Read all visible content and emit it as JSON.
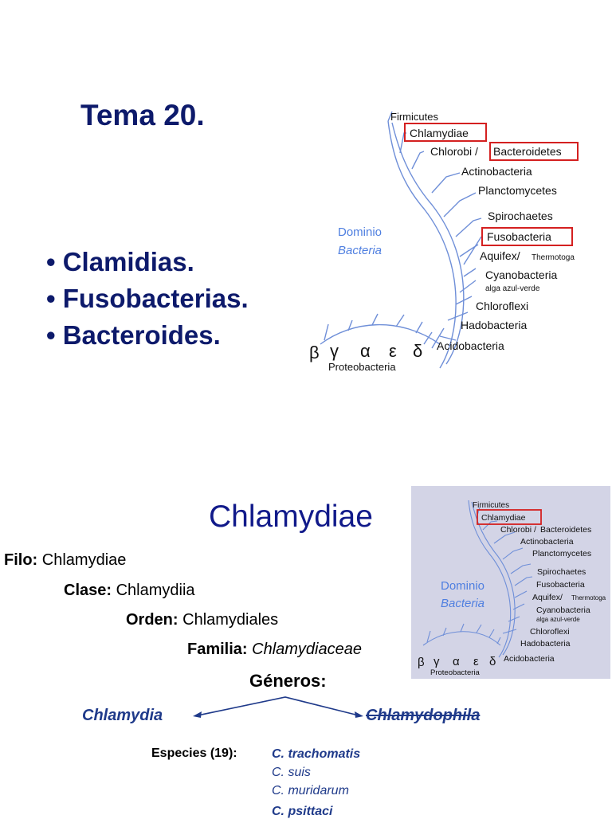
{
  "slide1": {
    "title": "Tema 20.",
    "bullets": [
      "• Clamidias.",
      "• Fusobacterias.",
      "• Bacteroides."
    ]
  },
  "tree": {
    "domain_line1": "Dominio",
    "domain_line2": "Bacteria",
    "labels": {
      "firmicutes": "Firmicutes",
      "chlamydiae": "Chlamydiae",
      "chlorobi": "Chlorobi /",
      "bacteroidetes": "Bacteroidetes",
      "actinobacteria": "Actinobacteria",
      "planctomycetes": "Planctomycetes",
      "spirochaetes": "Spirochaetes",
      "fusobacteria": "Fusobacteria",
      "aquifex": "Aquifex/",
      "thermotoga": "Thermotoga",
      "cyanobacteria": "Cyanobacteria",
      "alga": "alga azul-verde",
      "chloroflexi": "Chloroflexi",
      "hadobacteria": "Hadobacteria",
      "acidobacteria": "Acidobacteria",
      "proteobacteria": "Proteobacteria",
      "greek": [
        "β",
        "γ",
        "α",
        "ε",
        "δ"
      ]
    },
    "highlight_color": "#d42020",
    "branch_color": "#6f8fd8",
    "domain_color": "#4f7fe0"
  },
  "slide2": {
    "title": "Chlamydiae",
    "filo_label": "Filo:",
    "filo_value": "Chlamydiae",
    "clase_label": "Clase:",
    "clase_value": "Chlamydiia",
    "orden_label": "Orden:",
    "orden_value": "Chlamydiales",
    "familia_label": "Familia:",
    "familia_value": "Chlamydiaceae",
    "generos_label": "Géneros:",
    "genus_left": "Chlamydia",
    "genus_right": "Chlamydophila",
    "especies_label": "Especies (19):",
    "species": [
      "C. trachomatis",
      "C. suis",
      "C. muridarum",
      "C. psittaci"
    ],
    "thumb_bg": "#d3d4e6"
  }
}
